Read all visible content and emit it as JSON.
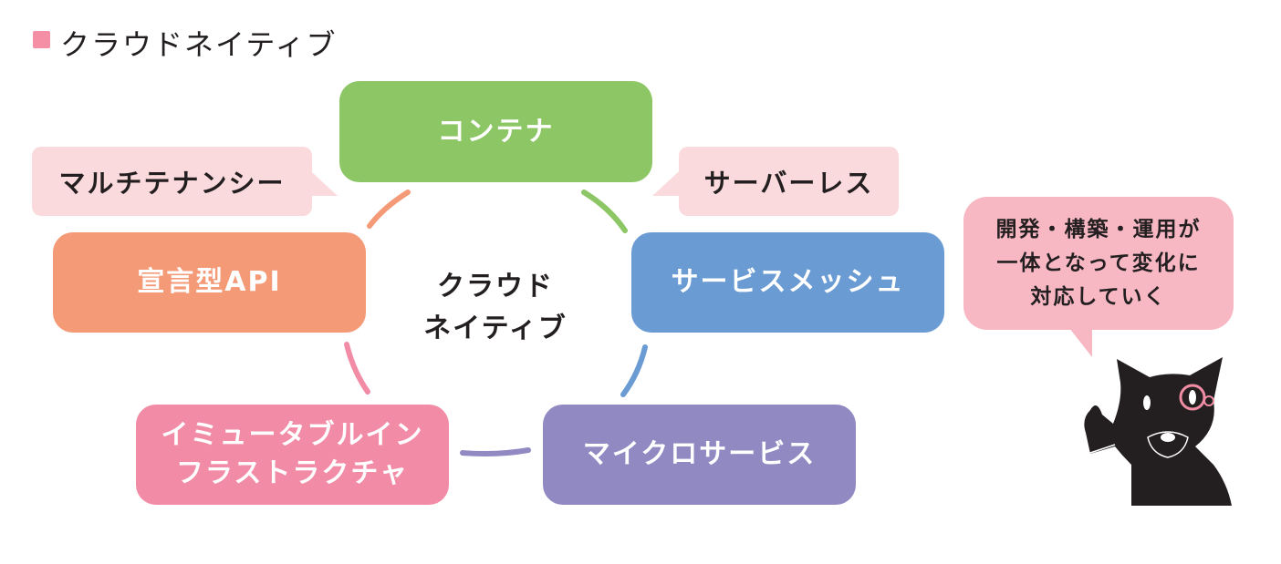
{
  "heading": {
    "text": "クラウドネイティブ",
    "marker_color": "#f48fa5"
  },
  "center": {
    "line1": "クラウド",
    "line2": "ネイティブ"
  },
  "nodes": [
    {
      "label": "コンテナ",
      "color": "#8cc665"
    },
    {
      "label": "サービスメッシュ",
      "color": "#6a9bd3"
    },
    {
      "label": "マイクロサービス",
      "color": "#9089c2"
    },
    {
      "line1": "イミュータブルイン",
      "line2": "フラストラクチャ",
      "color": "#f28ca6"
    },
    {
      "label": "宣言型API",
      "color": "#f49a77"
    }
  ],
  "callouts": [
    {
      "label": "マルチテナンシー"
    },
    {
      "label": "サーバーレス"
    }
  ],
  "speech": {
    "line1": "開発・構築・運用が",
    "line2": "一体となって変化に",
    "line3": "対応していく",
    "color": "#f7b8c4"
  }
}
